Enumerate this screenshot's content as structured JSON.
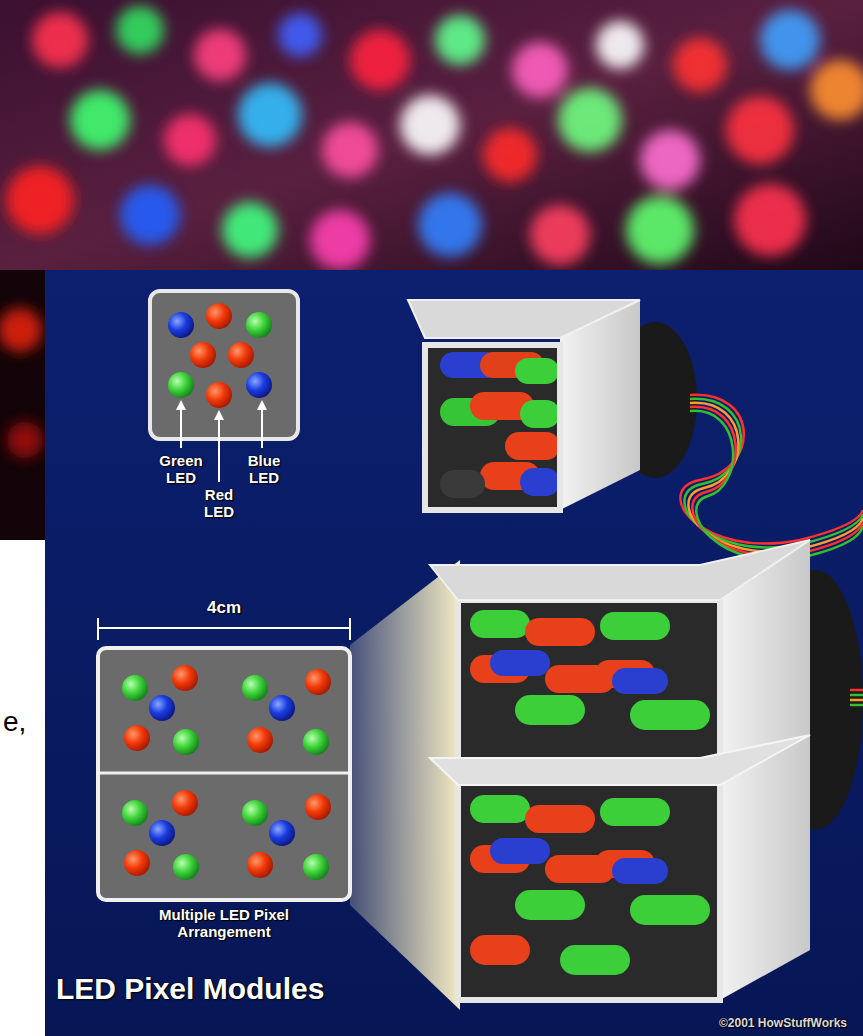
{
  "diagram": {
    "title": "LED Pixel Modules",
    "labels": [
      "Green LED",
      "Red LED",
      "Blue LED",
      "4cm",
      "Multiple LED Pixel Arrangement",
      "©2001 HowStuffWorks",
      "e,"
    ]
  }
}
